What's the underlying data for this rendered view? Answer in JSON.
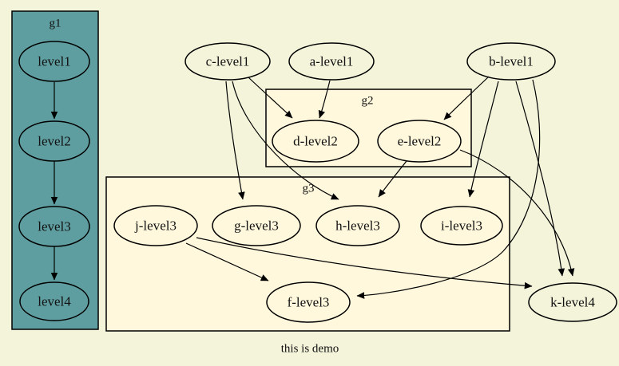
{
  "diagram": {
    "caption": "this is demo",
    "colors": {
      "background": "#f3f4da",
      "cluster_fill": "#fff8dc",
      "g1_fill": "#5f9ea0",
      "line": "#000000"
    },
    "clusters": {
      "g1": {
        "label": "g1"
      },
      "g2": {
        "label": "g2"
      },
      "g3": {
        "label": "g3"
      }
    },
    "nodes": {
      "level1": {
        "label": "level1"
      },
      "level2": {
        "label": "level2"
      },
      "level3": {
        "label": "level3"
      },
      "level4": {
        "label": "level4"
      },
      "a": {
        "label": "a-level1"
      },
      "b": {
        "label": "b-level1"
      },
      "c": {
        "label": "c-level1"
      },
      "d": {
        "label": "d-level2"
      },
      "e": {
        "label": "e-level2"
      },
      "f": {
        "label": "f-level3"
      },
      "g": {
        "label": "g-level3"
      },
      "h": {
        "label": "h-level3"
      },
      "i": {
        "label": "i-level3"
      },
      "j": {
        "label": "j-level3"
      },
      "k": {
        "label": "k-level4"
      }
    },
    "edges": [
      {
        "from": "level1",
        "to": "level2"
      },
      {
        "from": "level2",
        "to": "level3"
      },
      {
        "from": "level3",
        "to": "level4"
      },
      {
        "from": "a-level1",
        "to": "d-level2"
      },
      {
        "from": "c-level1",
        "to": "d-level2"
      },
      {
        "from": "c-level1",
        "to": "g-level3"
      },
      {
        "from": "c-level1",
        "to": "h-level3"
      },
      {
        "from": "b-level1",
        "to": "e-level2"
      },
      {
        "from": "b-level1",
        "to": "i-level3"
      },
      {
        "from": "b-level1",
        "to": "f-level3"
      },
      {
        "from": "b-level1",
        "to": "k-level4"
      },
      {
        "from": "e-level2",
        "to": "h-level3"
      },
      {
        "from": "e-level2",
        "to": "k-level4"
      },
      {
        "from": "j-level3",
        "to": "f-level3"
      },
      {
        "from": "j-level3",
        "to": "k-level4"
      }
    ]
  }
}
